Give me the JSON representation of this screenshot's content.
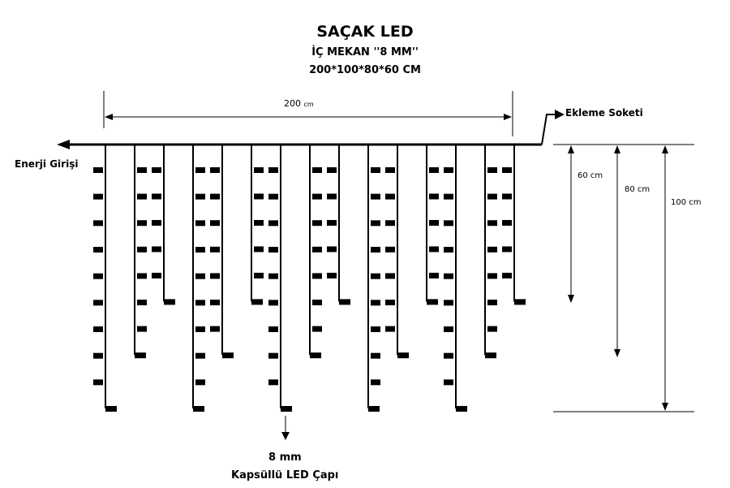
{
  "title": "SAÇAK LED",
  "subtitle": "İÇ MEKAN ''8 MM''",
  "sizes": "200*100*80*60 CM",
  "width_label": {
    "value": "200",
    "unit": "cm"
  },
  "socket_label": "Ekleme Soketi",
  "power_label": "Enerji Girişi",
  "dim_60": "60 cm",
  "dim_80": "80 cm",
  "dim_100": "100 cm",
  "led_size": "8 mm",
  "led_desc": "Kapsüllü LED Çapı",
  "curtain": {
    "strand_lengths_cm": [
      100,
      80,
      60,
      100,
      80,
      60,
      100,
      80,
      60,
      100,
      80,
      60,
      100,
      80,
      60
    ],
    "leds_per_strand": {
      "100": 10,
      "80": 8,
      "60": 6
    }
  },
  "colors": {
    "line": "#000000",
    "background": "#ffffff"
  }
}
